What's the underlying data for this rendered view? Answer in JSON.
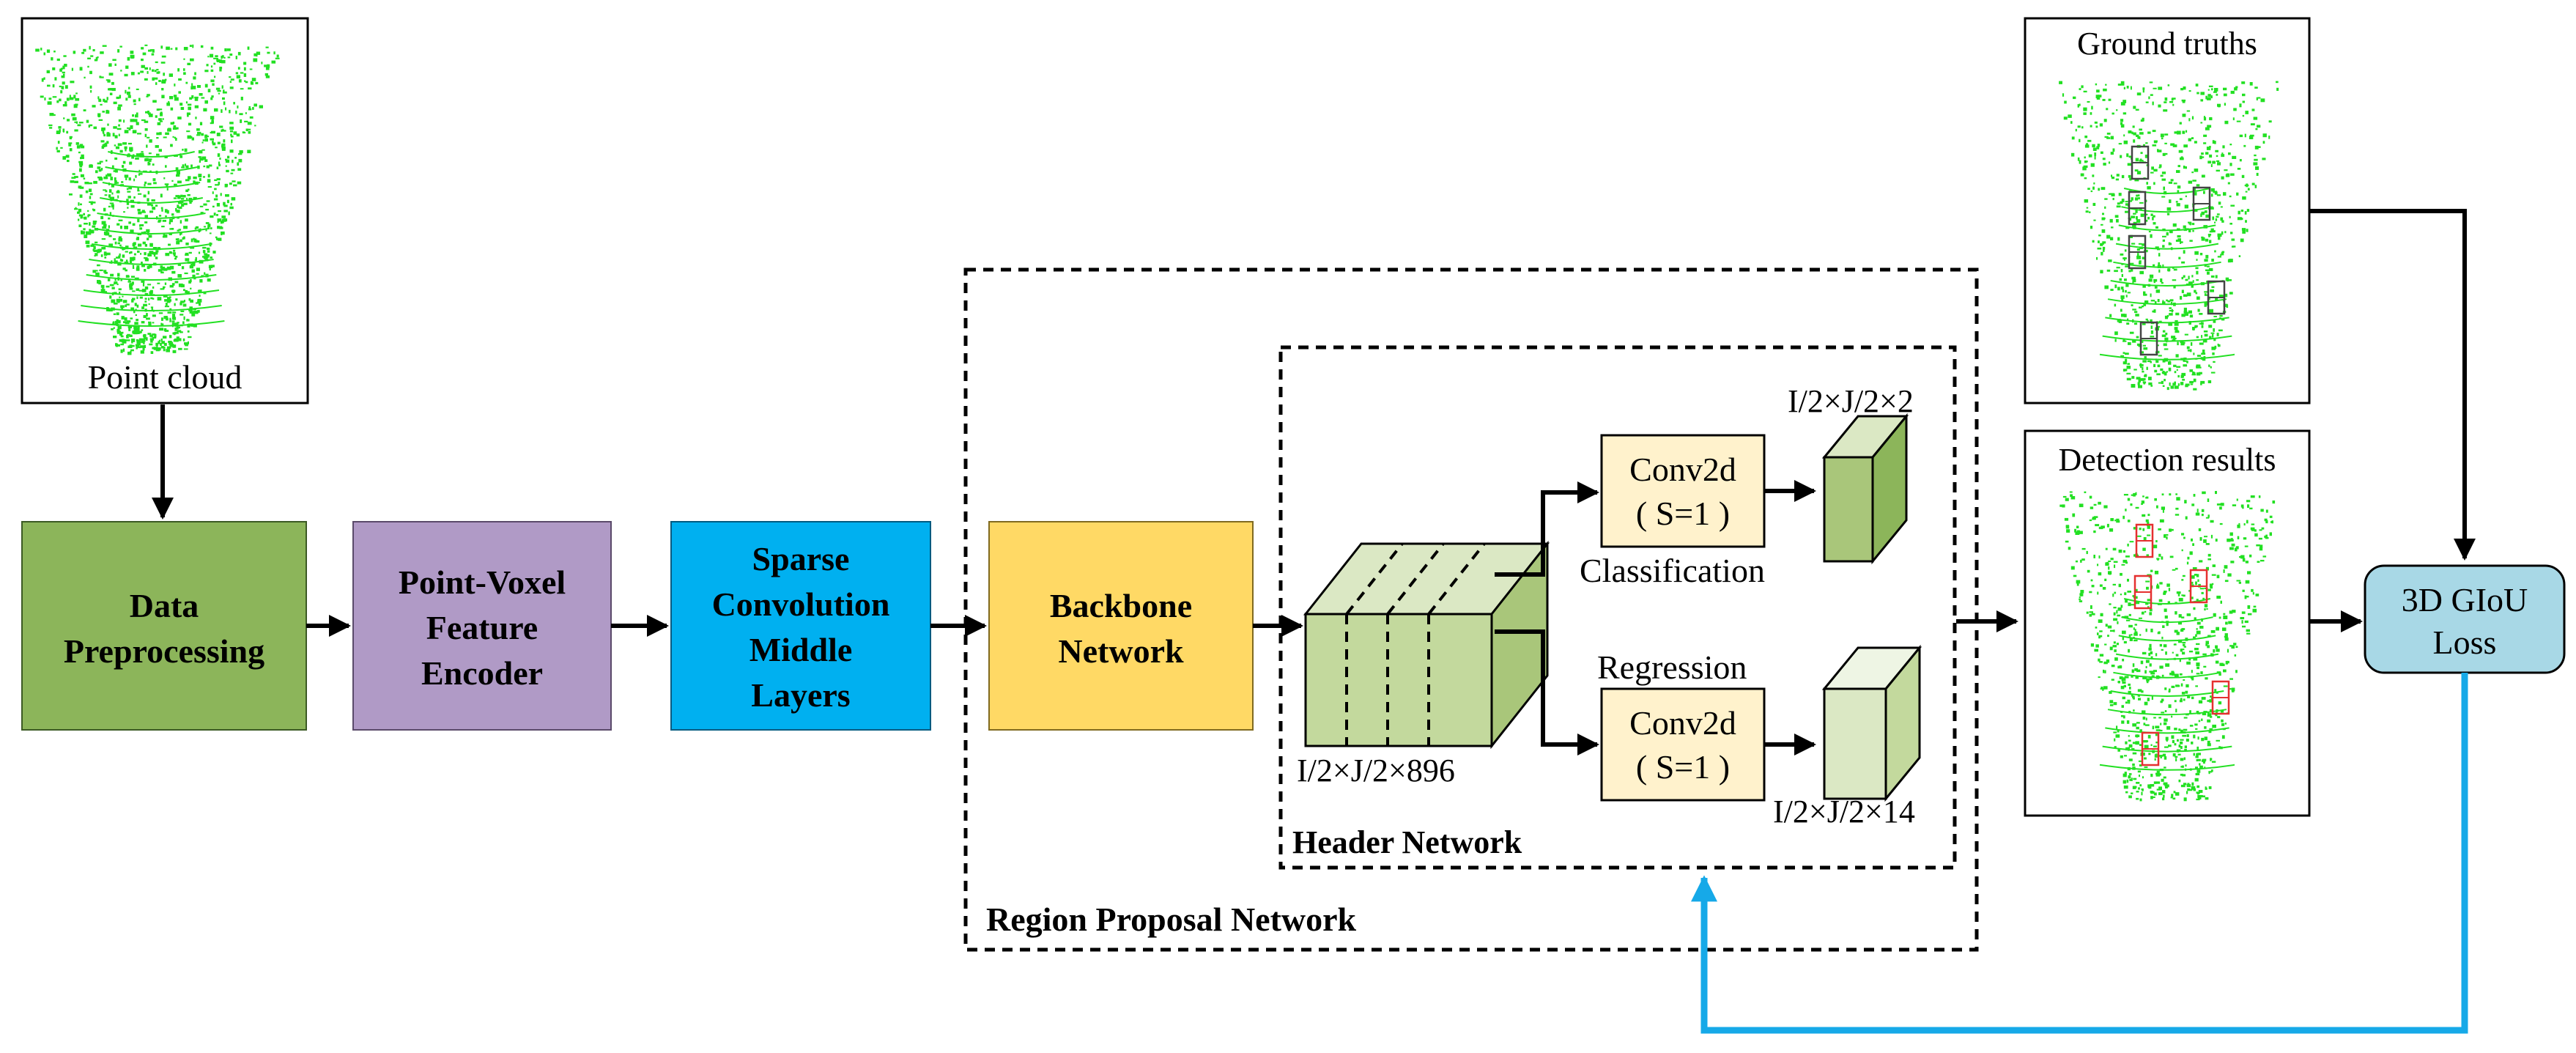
{
  "panels": {
    "point_cloud": "Point cloud",
    "ground_truths": "Ground truths",
    "detection_results": "Detection results"
  },
  "blocks": {
    "data_preprocessing": [
      "Data",
      "Preprocessing"
    ],
    "pv_encoder": [
      "Point-Voxel",
      "Feature",
      "Encoder"
    ],
    "sparse_conv": [
      "Sparse",
      "Convolution",
      "Middle",
      "Layers"
    ],
    "backbone": [
      "Backbone",
      "Network"
    ],
    "loss": [
      "3D GIoU",
      "Loss"
    ]
  },
  "header": {
    "title": "Header Network",
    "feature_dims": "I/2×J/2×896",
    "conv_cls": [
      "Conv2d",
      "( S=1 )"
    ],
    "conv_reg": [
      "Conv2d",
      "( S=1 )"
    ],
    "cls_label": "Classification",
    "reg_label": "Regression",
    "cls_dims": "I/2×J/2×2",
    "reg_dims": "I/2×J/2×14"
  },
  "rpn_title": "Region Proposal Network",
  "colors": {
    "green": "#8cb55a",
    "purple": "#b09ac6",
    "blue": "#00b0f0",
    "yellow": "#ffd965",
    "cream": "#fff2cc",
    "lightblue": "#a8d8e6",
    "feedback": "#16a9e8",
    "point": "#22e022"
  }
}
